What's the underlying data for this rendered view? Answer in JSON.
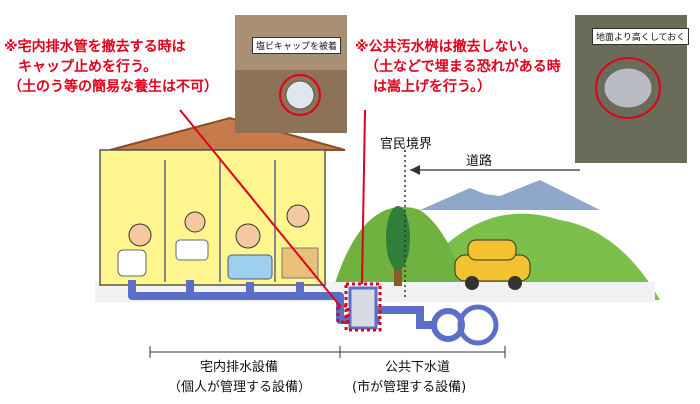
{
  "left_note": {
    "line1": "※宅内排水管を撤去する時は",
    "line2": "キャップ止めを行う。",
    "line3": "（土のう等の簡易な養生は不可）"
  },
  "right_note": {
    "line1": "※公共汚水桝は撤去しない。",
    "line2": "（土などで埋まる恐れがある時",
    "line3": "は嵩上げを行う。）"
  },
  "photos": {
    "left_label": "塩ビキャップを被着",
    "right_label": "地面より高くしておく"
  },
  "labels": {
    "boundary": "官民境界",
    "road": "道路"
  },
  "bottom": {
    "private_title": "宅内排水設備",
    "private_sub": "（個人が管理する設備）",
    "public_title": "公共下水道",
    "public_sub": "(市が管理する設備)"
  },
  "colors": {
    "accent_red": "#e0001b",
    "house_wall": "#fff68f",
    "roof": "#c97a4a",
    "pipe": "#5b6fc8",
    "mountain": "#7bbf4a"
  }
}
